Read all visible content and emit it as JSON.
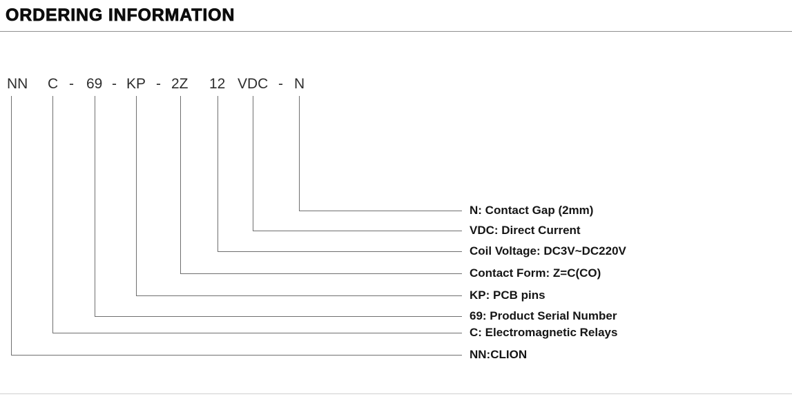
{
  "title": "ORDERING INFORMATION",
  "code": {
    "segments": [
      "NN",
      "C",
      "-",
      "69",
      "-",
      "KP",
      "-",
      "2Z",
      "12",
      "VDC",
      "-",
      "N"
    ]
  },
  "legend": [
    {
      "segment": "N",
      "label": "N: Contact Gap (2mm)"
    },
    {
      "segment": "VDC",
      "label": "VDC: Direct Current"
    },
    {
      "segment": "12",
      "label": "Coil Voltage: DC3V~DC220V"
    },
    {
      "segment": "2Z",
      "label": "Contact Form: Z=C(CO)"
    },
    {
      "segment": "KP",
      "label": "KP: PCB pins"
    },
    {
      "segment": "69",
      "label": "69: Product Serial Number"
    },
    {
      "segment": "C",
      "label": "C: Electromagnetic Relays"
    },
    {
      "segment": "NN",
      "label": "NN:CLION"
    }
  ],
  "colors": {
    "title_text": "#0d0d0d",
    "code_text": "#2e2e2e",
    "label_text": "#151515",
    "leader_line": "#6e6e6e",
    "title_rule": "#8f8f8f",
    "bottom_rule": "#cfcfcf"
  }
}
